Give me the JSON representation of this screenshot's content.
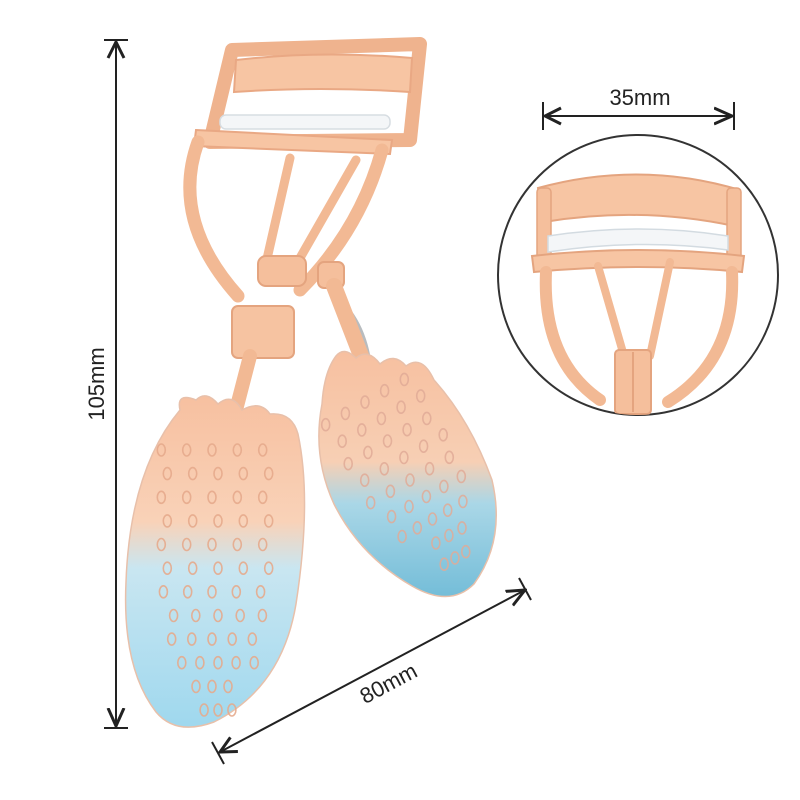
{
  "dimensions": {
    "height_label": "105mm",
    "width_label": "80mm",
    "head_width_label": "35mm"
  },
  "colors": {
    "peach": "#f7c5a3",
    "peach_dark": "#e9a884",
    "pad_white": "#f4f6f8",
    "blue": "#9fd8ee",
    "blue_dark": "#6fb9d6",
    "dimension_line": "#222222"
  },
  "icons": {
    "product": "strawberry-eyelash-curler"
  }
}
